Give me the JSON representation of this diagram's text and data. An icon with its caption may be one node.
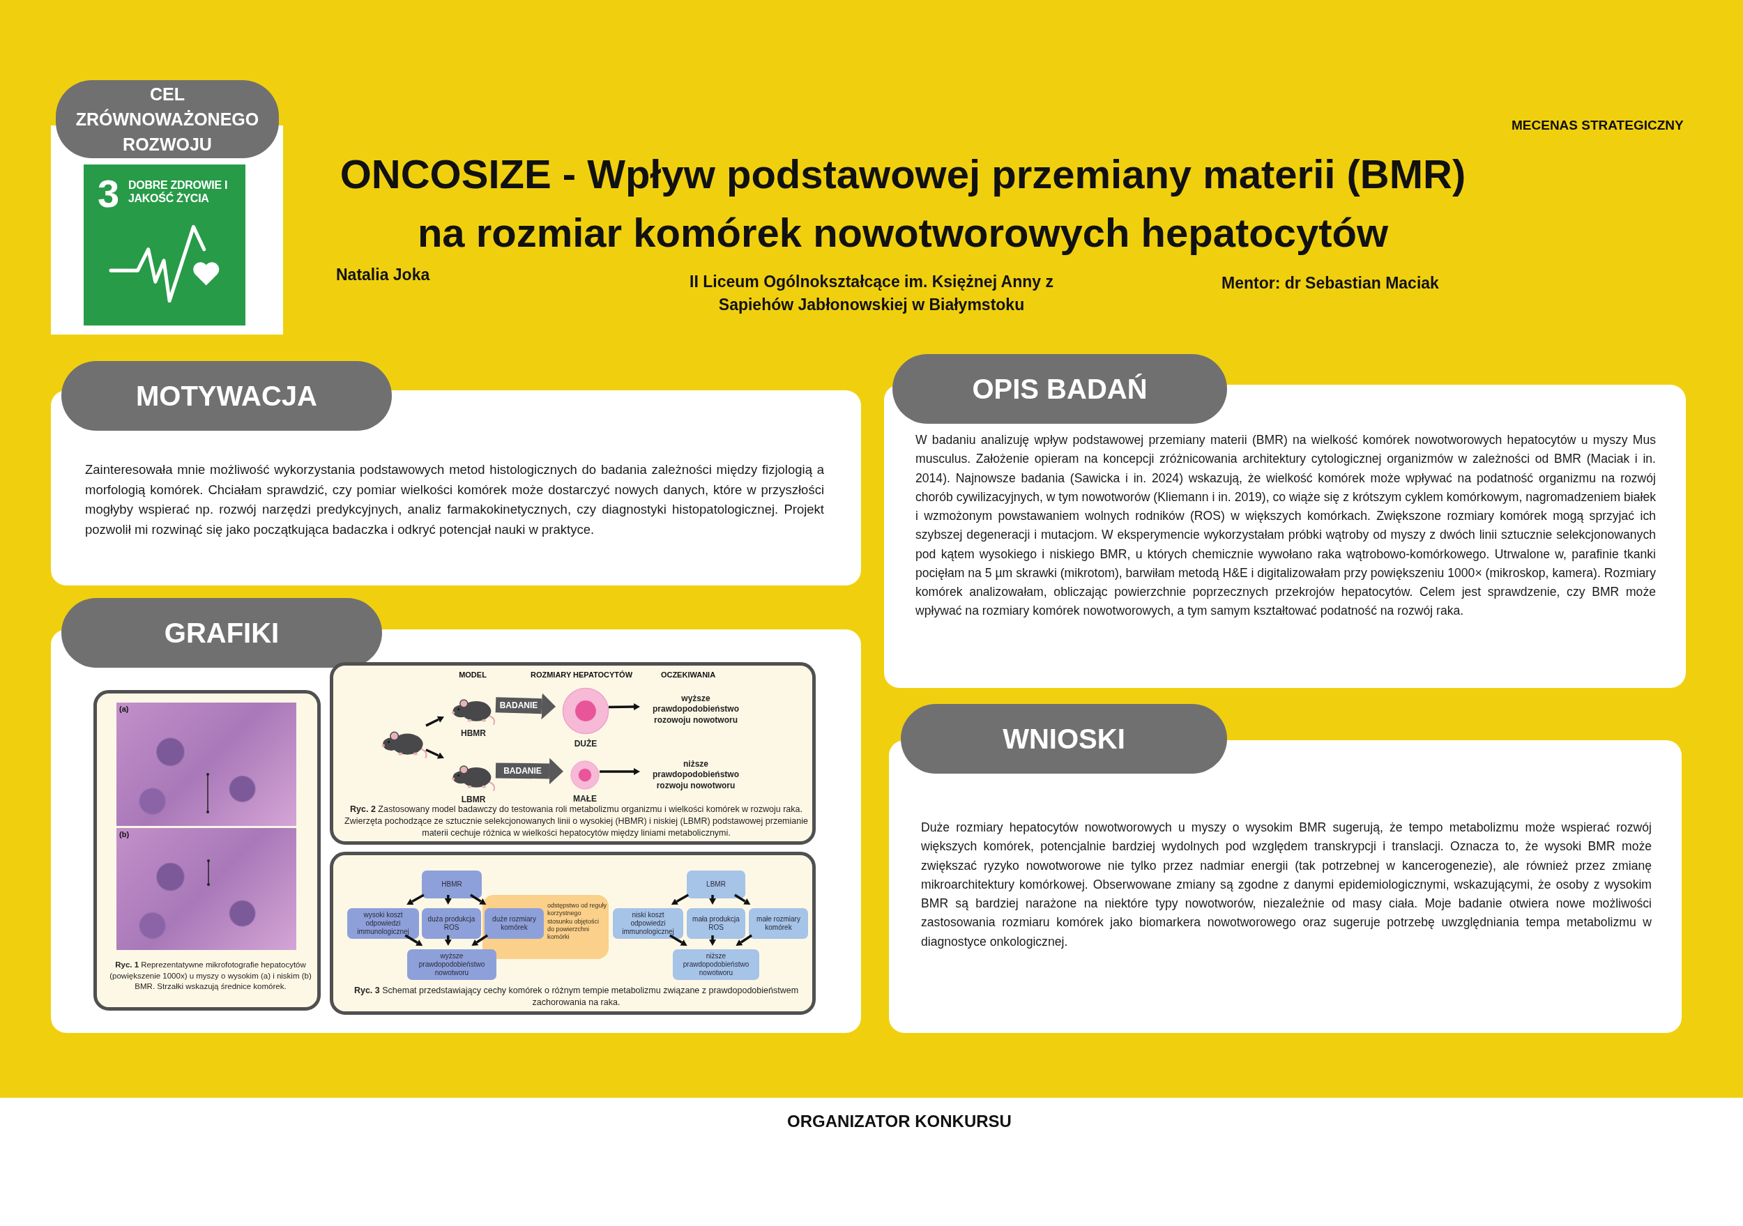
{
  "diagram": {
    "title": "ONCOSIZE - Wpływ podstawowej przemiany materii (BMR) na rozmiar komórek nowotworowych hepatocytów",
    "nodes": [
      {
        "text": [
          "CEL ZRÓWNOWAŻONEGO ROZWOJU"
        ]
      },
      {
        "text": [
          "3",
          "DOBRE ZDROWIE I JAKOŚĆ ŻYCIA"
        ],
        "in": 0
      },
      {
        "text": [
          "MOTYWACJA",
          "Zainteresowała mnie możliwość wykorzystania podstawowych metod histologicznych do badania zależności między fizjologią a morfologią komórek. Chciałam sprawdzić, czy pomiar wielkości komórek może dostarczyć nowych danych, które w przyszłości mogłyby wspierać np. rozwój narzędzi predykcyjnych, analiz farmakokinetycznych, czy diagnostyki histopatologicznej. Projekt pozwolił mi rozwinąć się jako początkująca badaczka i odkryć potencjał nauki w praktyce."
        ]
      },
      {
        "text": [
          "OPIS BADAŃ",
          "W badaniu analizuję wpływ podstawowej przemiany materii (BMR) na wielkość komórek nowotworowych hepatocytów u myszy Mus musculus. Założenie opieram na koncepcji zróżnicowania architektury cytologicznej organizmów w zależności od BMR (Maciak i in. 2014). Najnowsze badania (Sawicka i in. 2024) wskazują, że wielkość komórek może wpływać na podatność organizmu na rozwój chorób cywilizacyjnych, w tym nowotworów (Kliemann i in. 2019), co wiąże się z krótszym cyklem komórkowym, nagromadzeniem białek i wzmożonym powstawaniem wolnych rodników (ROS) w większych komórkach. Zwiększone rozmiary komórek mogą sprzyjać ich szybszej degeneracji i mutacjom. W eksperymencie wykorzystałam próbki wątroby od myszy z dwóch linii sztucznie selekcjonowanych pod kątem wysokiego i niskiego BMR, u których chemicznie wywołano raka wątrobowo-komórkowego. Utrwalone w, parafinie tkanki pocięłam na 5 µm skrawki (mikrotom), barwiłam metodą H&E i digitalizowałam przy powiększeniu 1000× (mikroskop, kamera). Rozmiary komórek analizowałam, obliczając powierzchnie poprzecznych przekrojów hepatocytów. Celem jest sprawdzenie, czy BMR może wpływać na rozmiary komórek nowotworowych, a tym samym kształtować podatność na rozwój raka."
        ]
      },
      {
        "text": [
          "GRAFIKI"
        ]
      },
      {
        "text": [
          "**Ryc. 1** Reprezentatywne mikrofotografie hepatocytów (powiększenie 1000x) u myszy o wysokim (a) i niskim (b) BMR. Strzałki wskazują średnice komórek."
        ],
        "in": 4
      },
      {
        "text": [
          "**Ryc. 2** Zastosowany model badawczy do testowania roli metabolizmu organizmu i wielkości komórek w rozwoju raka. Zwierzęta pochodzące ze sztucznie selekcjonowanych linii o wysokiej (HBMR) i niskiej (LBMR) podstawowej przemianie materii cechuje różnica w wielkości hepatocytów między liniami metabolicznymi."
        ],
        "in": 4
      },
      {
        "text": [],
        "shape": "mouse",
        "in": 6
      },
      {
        "text": [
          "HBMR"
        ],
        "in": 6
      },
      {
        "text": [
          "DUŻE"
        ],
        "in": 6
      },
      {
        "text": [
          "wyższe prawdopodobieństwo rozowoju nowotworu"
        ],
        "in": 6
      },
      {
        "text": [
          "LBMR"
        ],
        "in": 6
      },
      {
        "text": [
          "MAŁE"
        ],
        "in": 6
      },
      {
        "text": [
          "niższe prawdopodobieństwo rozwoju nowotworu"
        ],
        "in": 6
      },
      {
        "text": [
          "**Ryc. 3** Schemat przedstawiający cechy komórek o różnym tempie metabolizmu związane z prawdopodobieństwem zachorowania na raka."
        ],
        "in": 4
      },
      {
        "text": [
          "HBMR"
        ],
        "in": 14
      },
      {
        "text": [
          "wysoki koszt odpowiedzi immunologicznej"
        ],
        "in": 14
      },
      {
        "text": [
          "duża produkcja ROS"
        ],
        "in": 14
      },
      {
        "text": [
          "odstępstwo od reguły korzystnego stosunku objętości do powierzchni komórki"
        ],
        "in": 14
      },
      {
        "text": [
          "duże rozmiary komórek"
        ],
        "in": 18
      },
      {
        "text": [
          "wyższe prawdopodobieństwo nowotworu"
        ],
        "in": 14
      },
      {
        "text": [
          "LBMR"
        ],
        "in": 14
      },
      {
        "text": [
          "niski koszt odpowiedzi immunologicznej"
        ],
        "in": 14
      },
      {
        "text": [
          "mała produkcja ROS"
        ],
        "in": 14
      },
      {
        "text": [
          "małe rozmiary komórek"
        ],
        "in": 14
      },
      {
        "text": [
          "niższe prawdopodobieństwo nowotworu"
        ],
        "in": 14
      },
      {
        "text": [
          "WNIOSKI",
          "Duże rozmiary hepatocytów nowotworowych u myszy o wysokim BMR sugerują, że tempo metabolizmu może wspierać rozwój większych komórek, potencjalnie bardziej wydolnych pod względem transkrypcji i translacji. Oznacza to, że wysoki BMR może zwiększać ryzyko nowotworowe nie tylko przez nadmiar energii (tak potrzebnej w kancerogenezie), ale również przez zmianę mikroarchitektury komórkowej. Obserwowane zmiany są zgodne z danymi epidemiologicznymi, wskazującymi, że osoby z wysokim BMR są bardziej narażone na niektóre typy nowotworów, niezależnie od masy ciała. Moje badanie otwiera nowe możliwości zastosowania rozmiaru komórek jako biomarkera nowotworowego oraz sugeruje potrzebę uwzględniania tempa metabolizmu w diagnostyce onkologicznej."
        ]
      }
    ],
    "edges": [
      {
        "from": 7,
        "to": 8,
        "arrow": "to"
      },
      {
        "from": 7,
        "to": 11,
        "arrow": "to"
      },
      {
        "from": 8,
        "to": 9,
        "arrow": "to",
        "label": "BADANIE",
        "style": "thick",
        "color": "#58585a"
      },
      {
        "from": 11,
        "to": 12,
        "arrow": "to",
        "label": "BADANIE",
        "style": "thick",
        "color": "#58585a"
      },
      {
        "from": 9,
        "to": 10,
        "arrow": "to"
      },
      {
        "from": 12,
        "to": 13,
        "arrow": "to"
      },
      {
        "from": 15,
        "to": 16,
        "arrow": "to"
      },
      {
        "from": 15,
        "to": 17,
        "arrow": "to"
      },
      {
        "from": 15,
        "to": 19,
        "arrow": "to"
      },
      {
        "from": 16,
        "to": 20,
        "arrow": "to"
      },
      {
        "from": 17,
        "to": 20,
        "arrow": "to"
      },
      {
        "from": 19,
        "to": 20,
        "arrow": "to"
      },
      {
        "from": 21,
        "to": 22,
        "arrow": "to"
      },
      {
        "from": 21,
        "to": 23,
        "arrow": "to"
      },
      {
        "from": 21,
        "to": 24,
        "arrow": "to"
      },
      {
        "from": 22,
        "to": 25,
        "arrow": "to"
      },
      {
        "from": 23,
        "to": 25,
        "arrow": "to"
      },
      {
        "from": 24,
        "to": 25,
        "arrow": "to"
      }
    ],
    "labels": [
      "Natalia Joka",
      "II Liceum Ogólnokształcące im. Księżnej Anny z Sapiehów Jabłonowskiej w Białymstoku",
      "Mentor: dr Sebastian Maciak",
      "MECENAS STRATEGICZNY",
      "(a)",
      "(b)",
      "MODEL",
      "ROZMIARY HEPATOCYTÓW",
      "OCZEKIWANIA",
      "ORGANIZATOR KONKURSU"
    ]
  }
}
